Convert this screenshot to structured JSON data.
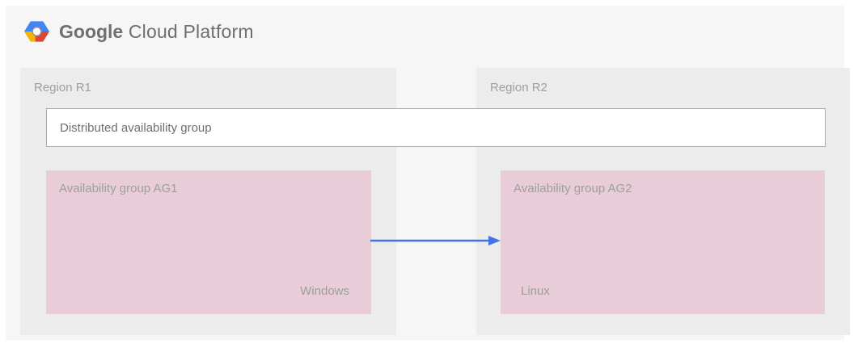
{
  "header": {
    "brand_google": "Google",
    "brand_rest": "Cloud Platform"
  },
  "regions": [
    {
      "label": "Region R1"
    },
    {
      "label": "Region R2"
    }
  ],
  "distributed_group": {
    "label": "Distributed availability group"
  },
  "availability_groups": [
    {
      "label": "Availability group AG1",
      "os": "Windows"
    },
    {
      "label": "Availability group AG2",
      "os": "Linux"
    }
  ],
  "icons": {
    "logo": "gcp-hexagon-logo",
    "arrow": "right-arrow"
  },
  "colors": {
    "panel_bg": "#f6f6f6",
    "region_bg": "#ececec",
    "availability_group_bg": "#e8cdd8",
    "distributed_box_bg": "#ffffff",
    "distributed_box_border": "#ababab",
    "arrow_blue": "#4472e8",
    "label_gray": "#9e9e9e",
    "text_gray": "#6f6f6f",
    "logo_blue": "#4285f4",
    "logo_red": "#db4437",
    "logo_yellow": "#f4b400",
    "logo_center_gray": "#8d9297"
  }
}
